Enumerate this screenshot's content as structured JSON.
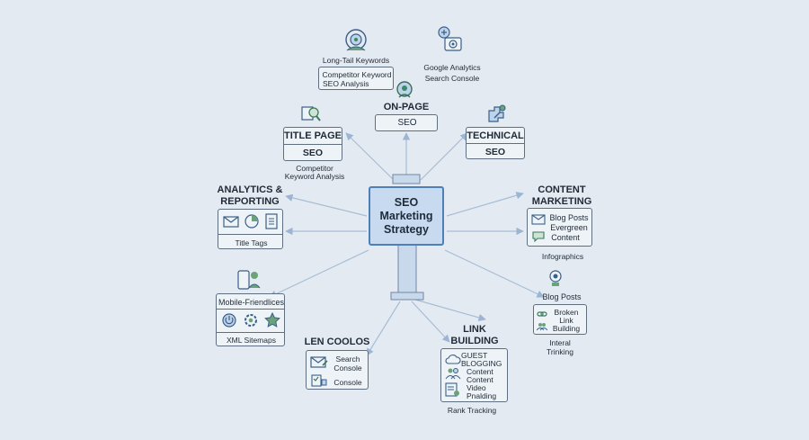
{
  "center": {
    "line1": "SEO",
    "line2": "Marketing",
    "line3": "Strategy"
  },
  "top": {
    "long_tail": "Long-Tail Keywords",
    "competitor_line1": "Competitor Keyword",
    "competitor_line2": "SEO Analysis",
    "ga_line1": "Google Analytics",
    "ga_line2": "Search Console",
    "onpage_title": "ON-PAGE",
    "onpage_seo": "SEO"
  },
  "title_page": {
    "title": "TITLE PAGE",
    "seo": "SEO",
    "sub1": "Competitor",
    "sub2": "Keyword Analysis"
  },
  "technical": {
    "title": "TECHNICAL",
    "seo": "SEO"
  },
  "analytics": {
    "title1": "ANALYTICS &",
    "title2": "REPORTING",
    "caption": "Title Tags"
  },
  "content": {
    "title1": "CONTENT",
    "title2": "MARKETING",
    "item1": "Blog Posts",
    "item2": "Evergreen",
    "item3": "Content",
    "below": "Infographics"
  },
  "mobile": {
    "title": "Mobile-Friendlices",
    "caption": "XML Sitemaps"
  },
  "blog_posts": {
    "title": "Blog Posts",
    "item1": "Broken",
    "item2": "Link",
    "item3": "Building",
    "below1": "Interal",
    "below2": "Trinking"
  },
  "len_coolos": {
    "title": "LEN COOLOS",
    "item1": "Search",
    "item2": "Console",
    "item3": "Console"
  },
  "link_building": {
    "title1": "LINK",
    "title2": "BUILDING",
    "item1": "GUEST",
    "item2": "BLOGGING",
    "item3": "Content",
    "item4": "Content",
    "item5": "Video",
    "item6": "Pnalding",
    "caption": "Rank Tracking"
  },
  "icons": [
    "target-person-icon",
    "analytics-gear-icon",
    "seo-head-icon",
    "seo-magnifier-icon",
    "puzzle-tools-icon",
    "email-icon",
    "pie-chart-icon",
    "document-icon",
    "mobile-users-icon",
    "power-icon",
    "gear-icon",
    "star-icon",
    "blog-email-icon",
    "chat-icon",
    "analysis-bulb-icon",
    "chain-link-icon",
    "people-icon",
    "email-icon-2",
    "checklist-icon",
    "cloud-icon",
    "video-icon"
  ]
}
